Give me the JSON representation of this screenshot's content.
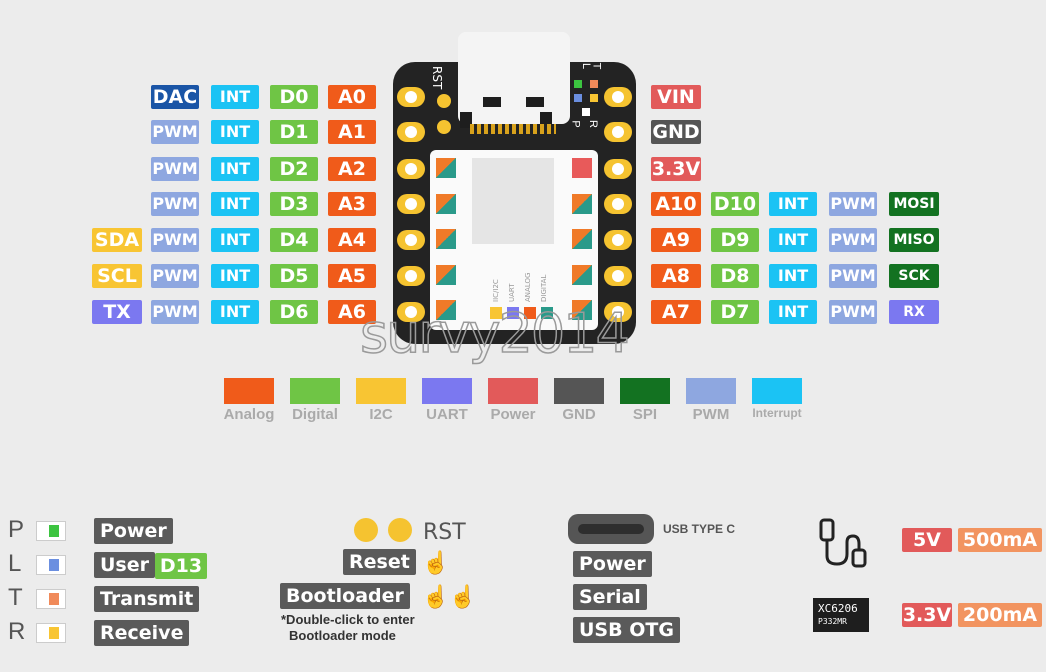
{
  "board_labels": {
    "rst": "RST",
    "p": "P",
    "l": "L",
    "t": "T",
    "r": "R",
    "chip_marks": [
      "IIC/I2C",
      "UART",
      "ANALOG",
      "DIGITAL"
    ]
  },
  "left_pins": [
    {
      "extra": "DAC",
      "extra_color": "#1a55a6",
      "int": "INT",
      "d": "D0",
      "a": "A0"
    },
    {
      "pwm": "PWM",
      "int": "INT",
      "d": "D1",
      "a": "A1"
    },
    {
      "pwm": "PWM",
      "int": "INT",
      "d": "D2",
      "a": "A2"
    },
    {
      "pwm": "PWM",
      "int": "INT",
      "d": "D3",
      "a": "A3"
    },
    {
      "extra": "SDA",
      "extra_color": "#f8c533",
      "pwm": "PWM",
      "int": "INT",
      "d": "D4",
      "a": "A4"
    },
    {
      "extra": "SCL",
      "extra_color": "#f8c533",
      "pwm": "PWM",
      "int": "INT",
      "d": "D5",
      "a": "A5"
    },
    {
      "extra": "TX",
      "extra_color": "#7b78f0",
      "pwm": "PWM",
      "int": "INT",
      "d": "D6",
      "a": "A6"
    }
  ],
  "right_pins": [
    {
      "label": "VIN",
      "color": "#e25a5a"
    },
    {
      "label": "GND",
      "color": "#555555"
    },
    {
      "label": "3.3V",
      "color": "#e25a5a"
    },
    {
      "a": "A10",
      "d": "D10",
      "int": "INT",
      "pwm": "PWM",
      "spi": "MOSI",
      "spi_color": "#137221"
    },
    {
      "a": "A9",
      "d": "D9",
      "int": "INT",
      "pwm": "PWM",
      "spi": "MISO",
      "spi_color": "#137221"
    },
    {
      "a": "A8",
      "d": "D8",
      "int": "INT",
      "pwm": "PWM",
      "spi": "SCK",
      "spi_color": "#137221"
    },
    {
      "a": "A7",
      "d": "D7",
      "int": "INT",
      "pwm": "PWM",
      "spi": "RX",
      "spi_color": "#7b78f0"
    }
  ],
  "colors": {
    "analog": "#f05b1a",
    "digital": "#6fc545",
    "int": "#1bc3f4",
    "pwm": "#8ea7e0"
  },
  "legend": [
    {
      "label": "Analog",
      "color": "#f05b1a"
    },
    {
      "label": "Digital",
      "color": "#6fc545"
    },
    {
      "label": "I2C",
      "color": "#f8c533"
    },
    {
      "label": "UART",
      "color": "#7b78f0"
    },
    {
      "label": "Power",
      "color": "#e25a5a"
    },
    {
      "label": "GND",
      "color": "#555555"
    },
    {
      "label": "SPI",
      "color": "#137221"
    },
    {
      "label": "PWM",
      "color": "#8ea7e0"
    },
    {
      "label": "Interrupt",
      "color": "#1bc3f4"
    }
  ],
  "leds": [
    {
      "letter": "P",
      "label": "Power",
      "color": "#3cc440"
    },
    {
      "letter": "L",
      "label": "User",
      "extra": "D13",
      "color": "#6b8fe0"
    },
    {
      "letter": "T",
      "label": "Transmit",
      "color": "#f08a5a"
    },
    {
      "letter": "R",
      "label": "Receive",
      "color": "#f8c533"
    }
  ],
  "buttons": {
    "rst": "RST",
    "reset": "Reset",
    "bootloader": "Bootloader",
    "note_line1": "*Double-click to enter",
    "note_line2": "Bootloader mode"
  },
  "usb": {
    "type_label": "USB TYPE C",
    "functions": [
      "Power",
      "Serial",
      "USB OTG"
    ]
  },
  "power": {
    "v5": "5V",
    "ma500": "500mA",
    "v33": "3.3V",
    "ma200": "200mA",
    "reg_chip": "XC6206",
    "reg_sub": "P332MR"
  },
  "watermark": "survy2014"
}
